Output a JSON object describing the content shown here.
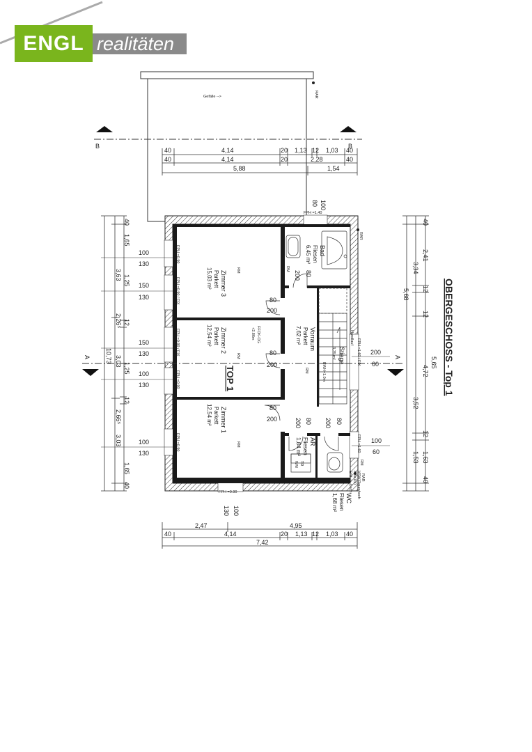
{
  "brand": {
    "name_bold": "ENGL",
    "name_light": "realitäten",
    "color_green": "#7ab51d",
    "color_grey": "#8a8a8a"
  },
  "plan": {
    "title": "OBERGESCHOSS - Top 1",
    "unit_label": "TOP 1",
    "terrace_note": "Gefälle -->",
    "rar_1": "RAR",
    "rar_2": "RAR",
    "rar_3": "RAR",
    "section_b_left": "B",
    "section_b_right": "B",
    "section_a_left": "A",
    "section_a_right": "A",
    "fph_top": "FPH =1.40",
    "fph_bottom": "FPH =0.90",
    "fph_left": [
      "FPH =0.90",
      "FPH =0.90 / FIX",
      "FPH =0.90 / FIX",
      "FPH =0.90",
      "FPH =0.90"
    ],
    "fph_right": [
      "FPH =1.60 / FIX",
      "FPH =1.60"
    ],
    "ffok": "FFOK-OG",
    "ffok_val": "+2.86m",
    "bwh": "BWH=1.0m",
    "handlauf": "Handlauf",
    "vsw": "VSW Raumhoch",
    "ara": "ARa100",
    "entl": "Entl. ü. Dach",
    "rooms": [
      {
        "name": "Zimmer 3",
        "floor": "Parkett",
        "area": "15,03 m²",
        "rm": "RM"
      },
      {
        "name": "Zimmer 2",
        "floor": "Parkett",
        "area": "12,54 m²",
        "rm": "RM"
      },
      {
        "name": "Zimmer 1",
        "floor": "Parkett",
        "area": "12,54 m²",
        "rm": "RM"
      },
      {
        "name": "Vorraum",
        "floor": "Parkett",
        "area": "7,62 m²",
        "rm": "RM"
      },
      {
        "name": "Bad",
        "floor": "Fliesen",
        "area": "6,45 m²",
        "rm": "RM"
      },
      {
        "name": "Stiege",
        "floor": "",
        "area": "3,75 m²",
        "rm": ""
      },
      {
        "name": "AR",
        "floor": "Fliesen",
        "area": "1,84 m²",
        "rm": ""
      },
      {
        "name": "WC",
        "floor": "Fliesen",
        "area": "1,68 m²",
        "rm": "RM"
      }
    ],
    "wm": "WM",
    "tr": "TR",
    "dims_top_row1": [
      "40",
      "4,14",
      "20",
      "1,13",
      "12",
      "1,03",
      "40"
    ],
    "dims_top_row2": [
      "40",
      "4,14",
      "20",
      "2,28",
      "40"
    ],
    "dims_top_row3": [
      "5,88",
      "1,54"
    ],
    "dims_bottom_row0": [
      "2,47",
      "4,95"
    ],
    "dims_bottom_row1": [
      "40",
      "4,14",
      "20",
      "1,13",
      "12",
      "1,03",
      "40"
    ],
    "dims_bottom_row2": [
      "7,42"
    ],
    "dims_left_outer": [
      "40",
      "1,65",
      "1,25",
      "12",
      "1,25",
      "12",
      "1,65",
      "40"
    ],
    "dims_left_mid": [
      "3,63",
      "2,26⁵",
      "3,03",
      "2,66⁵",
      "3,03"
    ],
    "dims_left_total": "10,73",
    "dims_right_outer": [
      "40",
      "2,41",
      "12",
      "12",
      "4,72",
      "12",
      "1,63",
      "40"
    ],
    "dims_right_mid": [
      "3,34",
      "5,65",
      "3,52",
      "1,53"
    ],
    "dims_right_total": "5,68",
    "window_left_100_1": "100",
    "window_left_130_1": "130",
    "window_left_150_1": "150",
    "window_left_130_2": "130",
    "window_left_150_2": "150",
    "window_left_130_3": "130",
    "window_left_100_2": "100",
    "window_left_130_4": "130",
    "window_left_100_3": "100",
    "window_left_130_5": "130",
    "window_top_80": "80",
    "window_top_100": "100",
    "window_bottom_130": "130",
    "window_bottom_100": "100",
    "window_right_200": "200",
    "window_right_60a": "60",
    "window_right_100": "100",
    "window_right_60b": "60",
    "door_80_a": "80",
    "door_200_a": "200",
    "door_80_b": "80",
    "door_200_b": "200",
    "door_80_c": "80",
    "door_200_c": "200",
    "door_200_bad": "200",
    "door_80_bad": "80",
    "door_200_ar": "200",
    "door_80_ar": "80",
    "door_200_wc": "200",
    "door_80_wc": "80"
  }
}
